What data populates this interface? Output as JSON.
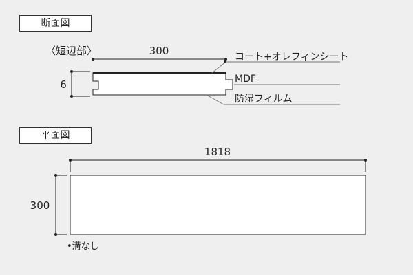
{
  "section_cross": {
    "title": "断面図",
    "subtitle": "〈短辺部〉"
  },
  "cross_section": {
    "width_label": "300",
    "thickness_label": "6",
    "layers": [
      {
        "label": "コート+オレフィンシート"
      },
      {
        "label": "MDF"
      },
      {
        "label": "防湿フィルム"
      }
    ]
  },
  "section_plan": {
    "title": "平面図"
  },
  "plan": {
    "length_label": "1818",
    "width_label": "300",
    "note": "•溝なし"
  },
  "colors": {
    "background": "#efefef",
    "line": "#222222",
    "leader": "#777777",
    "panel": "#ffffff"
  }
}
